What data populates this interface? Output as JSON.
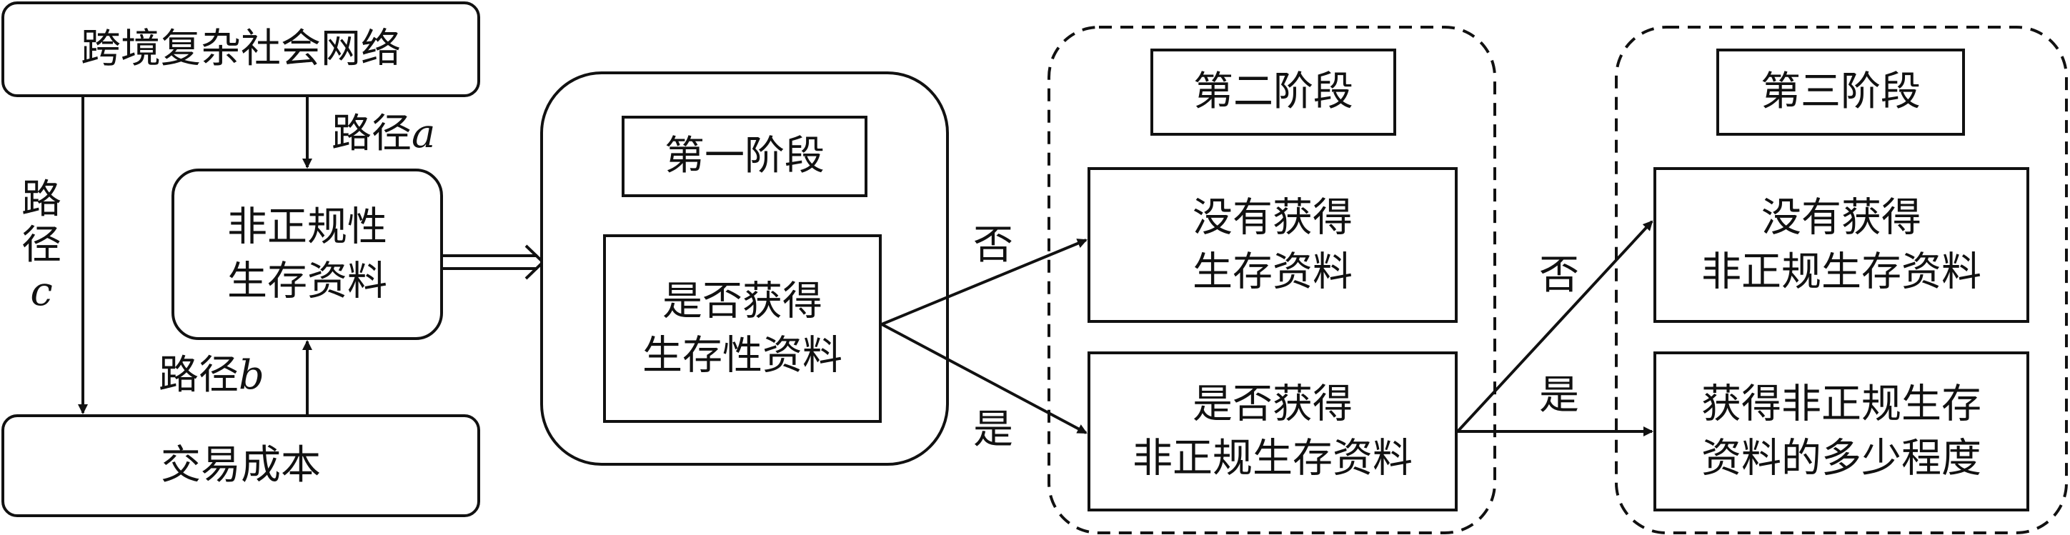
{
  "nodes": {
    "network": "跨境复杂社会网络",
    "informal_l1": "非正规性",
    "informal_l2": "生存资料",
    "transaction": "交易成本",
    "stage1_title": "第一阶段",
    "stage1_q_l1": "是否获得",
    "stage1_q_l2": "生存性资料",
    "stage2_title": "第二阶段",
    "stage2_no_l1": "没有获得",
    "stage2_no_l2": "生存资料",
    "stage2_q_l1": "是否获得",
    "stage2_q_l2": "非正规生存资料",
    "stage3_title": "第三阶段",
    "stage3_no_l1": "没有获得",
    "stage3_no_l2": "非正规生存资料",
    "stage3_deg_l1": "获得非正规生存",
    "stage3_deg_l2": "资料的多少程度"
  },
  "edges": {
    "path_a_text": "路径",
    "path_a_var": "a",
    "path_b_text": "路径",
    "path_b_var": "b",
    "path_c_1": "路",
    "path_c_2": "径",
    "path_c_var": "c",
    "no1": "否",
    "yes1": "是",
    "no2": "否",
    "yes2": "是"
  }
}
